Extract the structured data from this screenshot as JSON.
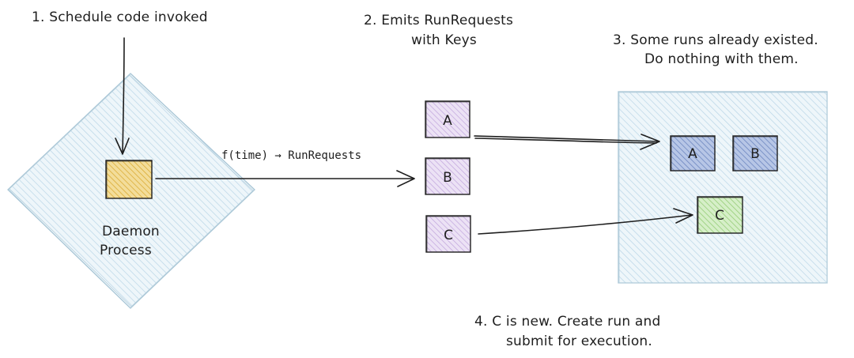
{
  "steps": {
    "step1": "1. Schedule code invoked",
    "step2_line1": "2. Emits RunRequests",
    "step2_line2": "with Keys",
    "step3_line1": "3. Some runs already existed.",
    "step3_line2": "Do nothing with them.",
    "step4_line1": "4. C is new. Create run and",
    "step4_line2": "submit for execution."
  },
  "daemon": {
    "label_line1": "Daemon",
    "label_line2": "Process"
  },
  "edge_label": "f(time) → RunRequests",
  "emitted": [
    "A",
    "B",
    "C"
  ],
  "existing": {
    "a": "A",
    "b": "B",
    "c": "C"
  },
  "colors": {
    "diamond_fill": "#d6e9f2",
    "region_fill": "#d6e9f2",
    "schedule_fill": "#e6c56a",
    "emitted_fill": "#d9c5ea",
    "existing_fill": "#93a9d6",
    "new_fill": "#b7e0a2",
    "stroke": "#1e1e1e"
  }
}
